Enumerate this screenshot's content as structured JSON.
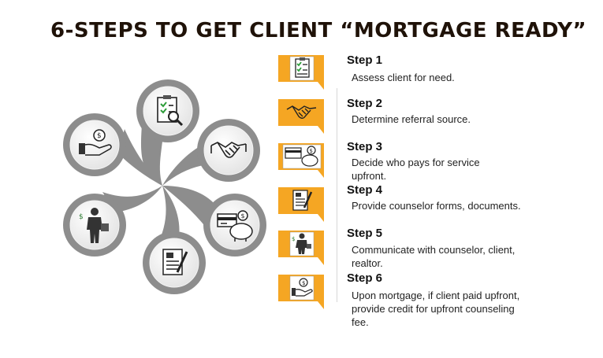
{
  "title": "6-STEPS TO GET CLIENT “MORTGAGE READY”",
  "steps": [
    {
      "title": "Step 1",
      "desc": "Assess client for need.",
      "icon": "clipboard-check-icon"
    },
    {
      "title": "Step 2",
      "desc": "Determine referral source.",
      "icon": "handshake-icon"
    },
    {
      "title": "Step 3",
      "desc": "Decide who pays for service upfront.",
      "icon": "card-piggy-bank-icon"
    },
    {
      "title": "Step 4",
      "desc": "Provide counselor forms, documents.",
      "icon": "document-pen-icon"
    },
    {
      "title": "Step 5",
      "desc": "Communicate with counselor, client, realtor.",
      "icon": "businessman-icon"
    },
    {
      "title": "Step 6",
      "desc": "Upon mortgage, if client paid upfront, provide credit for upfront counseling fee.",
      "icon": "hand-money-icon"
    }
  ],
  "colors": {
    "accent": "#f5a623",
    "dark": "#1f1208",
    "gray": "#8a8a8a"
  }
}
